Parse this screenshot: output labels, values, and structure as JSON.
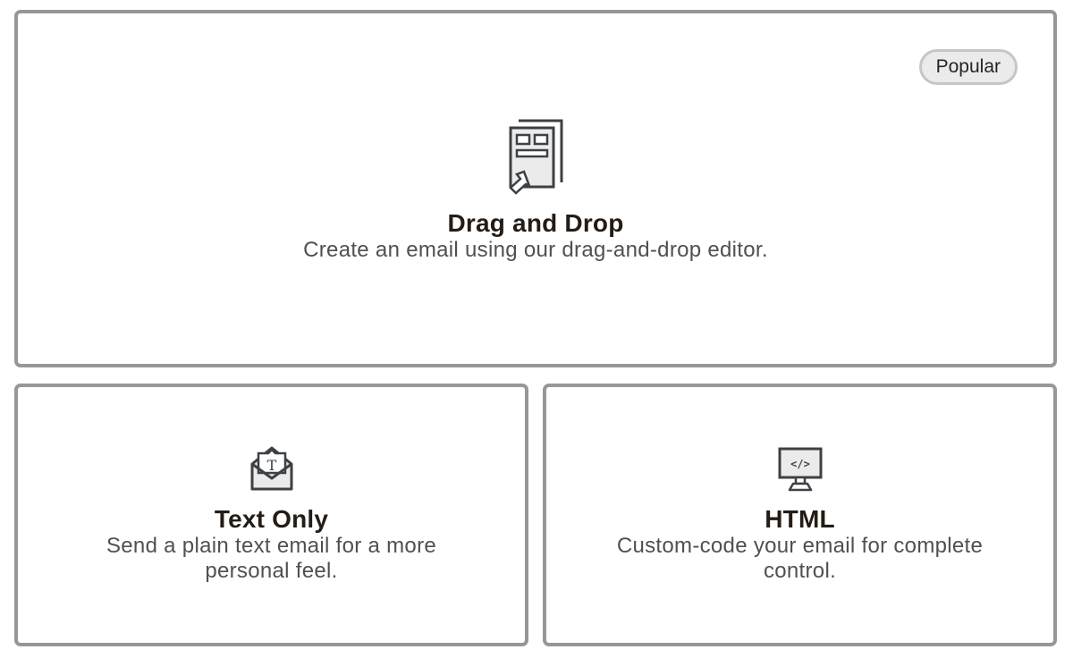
{
  "options": [
    {
      "id": "drag-and-drop",
      "title": "Drag and Drop",
      "description": "Create an email using our drag-and-drop editor.",
      "badge": "Popular",
      "icon": "drag-drop-editor-icon"
    },
    {
      "id": "text-only",
      "title": "Text Only",
      "description": "Send a plain text email for a more personal feel.",
      "icon": "envelope-text-icon"
    },
    {
      "id": "html",
      "title": "HTML",
      "description": "Custom-code your email for complete control.",
      "icon": "monitor-code-icon"
    }
  ],
  "colors": {
    "card_border": "#979797",
    "badge_bg": "#ebebec",
    "badge_border": "#c4c6c8",
    "icon_stroke": "#3d4044",
    "icon_fill": "#ebebeb",
    "title": "#241c15",
    "description": "#505050"
  }
}
